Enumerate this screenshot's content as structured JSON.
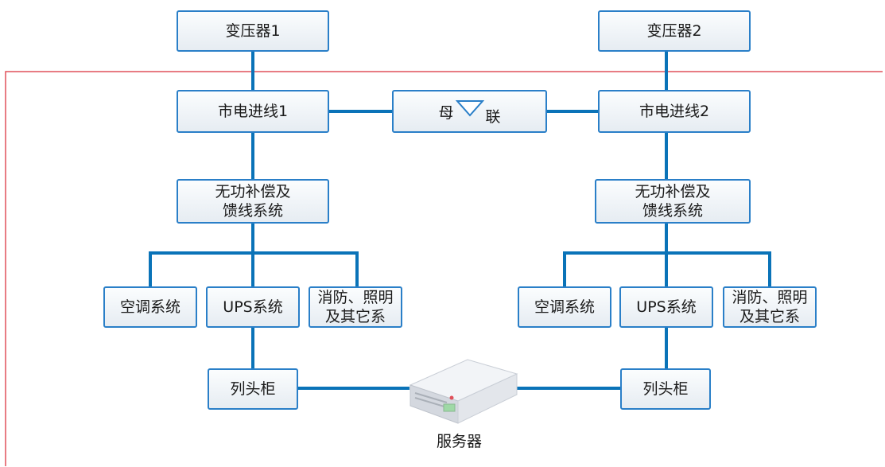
{
  "colors": {
    "line": "#0a73b8",
    "node_border": "#2a7fc8",
    "boundary": "#e0505a"
  },
  "nodes": {
    "transformer_1": "变压器1",
    "transformer_2": "变压器2",
    "incoming_line_1": "市电进线1",
    "incoming_line_2": "市电进线2",
    "bus_tie_left": "母",
    "bus_tie_right": "联",
    "reactive_comp_left_line1": "无功补偿及",
    "reactive_comp_left_line2": "馈线系统",
    "reactive_comp_right_line1": "无功补偿及",
    "reactive_comp_right_line2": "馈线系统",
    "ac_left": "空调系统",
    "ups_left": "UPS系统",
    "fire_left_line1": "消防、照明",
    "fire_left_line2": "及其它系",
    "ac_right": "空调系统",
    "ups_right": "UPS系统",
    "fire_right_line1": "消防、照明",
    "fire_right_line2": "及其它系",
    "cabinet_left": "列头柜",
    "cabinet_right": "列头柜",
    "server": "服务器"
  }
}
